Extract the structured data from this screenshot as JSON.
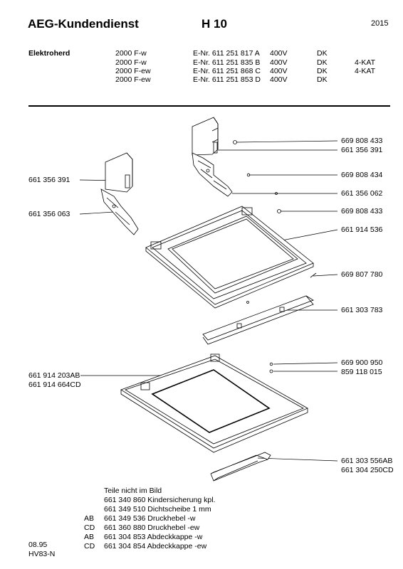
{
  "header": {
    "title": "AEG-Kundendienst",
    "code": "H 10",
    "year": "2015"
  },
  "product": {
    "label": "Elektroherd",
    "models": [
      {
        "model": "2000 F-w",
        "enr": "E-Nr. 611 251 817 A",
        "voltage": "400V",
        "country": "DK",
        "kat": ""
      },
      {
        "model": "2000 F-w",
        "enr": "E-Nr. 611 251 835 B",
        "voltage": "400V",
        "country": "DK",
        "kat": "4-KAT"
      },
      {
        "model": "2000 F-ew",
        "enr": "E-Nr. 611 251 868 C",
        "voltage": "400V",
        "country": "DK",
        "kat": "4-KAT"
      },
      {
        "model": "2000 F-ew",
        "enr": "E-Nr. 611 251 853 D",
        "voltage": "400V",
        "country": "DK",
        "kat": ""
      }
    ]
  },
  "callouts": {
    "right": [
      "669 808 433",
      "661 356 391",
      "669 808 434",
      "661 356 062",
      "669 808 433",
      "661 914 536",
      "669 807 780",
      "661 303 783",
      "669 900 950",
      "859 118 015",
      "661 303 556AB",
      "661 304 250CD"
    ],
    "left": [
      "661 356 391",
      "661 356 063",
      "661 914 203AB",
      "661 914 664CD"
    ]
  },
  "parts_not_shown": {
    "heading": "Teile nicht im Bild",
    "items": [
      {
        "variant": "",
        "text": "661 340 860 Kindersicherung kpl."
      },
      {
        "variant": "",
        "text": "661 349 510 Dichtscheibe 1 mm"
      },
      {
        "variant": "AB",
        "text": "661 349 536 Druckhebel -w"
      },
      {
        "variant": "CD",
        "text": "661 360 880 Druckhebel -ew"
      },
      {
        "variant": "AB",
        "text": "661 304 853 Abdeckkappe -w"
      },
      {
        "variant": "CD",
        "text": "661 304 854 Abdeckkappe -ew"
      }
    ]
  },
  "footer": {
    "date": "08.95",
    "ref": "HV83-N"
  }
}
